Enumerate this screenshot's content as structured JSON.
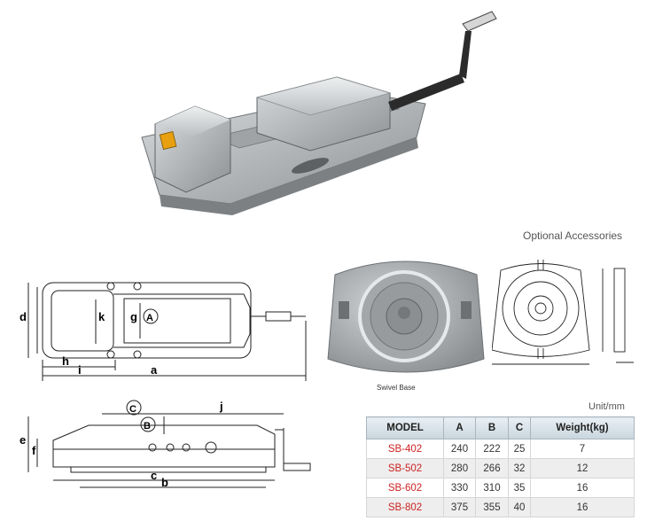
{
  "accessories": {
    "title": "Optional Accessories",
    "swivel_caption": "Swivel Base"
  },
  "drawing_labels": {
    "top": {
      "d": "d",
      "k": "k",
      "g": "g",
      "a_circle": "A",
      "h": "h",
      "i": "i",
      "a": "a"
    },
    "side": {
      "c_circle": "C",
      "b_circle": "B",
      "j": "j",
      "e": "e",
      "f": "f",
      "c": "c",
      "b": "b"
    }
  },
  "table": {
    "unit": "Unit/mm",
    "headers": [
      "MODEL",
      "A",
      "B",
      "C",
      "Weight(kg)"
    ],
    "rows": [
      {
        "model": "SB-402",
        "a": "240",
        "b": "222",
        "c": "25",
        "weight": "7"
      },
      {
        "model": "SB-502",
        "a": "280",
        "b": "266",
        "c": "32",
        "weight": "12"
      },
      {
        "model": "SB-602",
        "a": "330",
        "b": "310",
        "c": "35",
        "weight": "16"
      },
      {
        "model": "SB-802",
        "a": "375",
        "b": "355",
        "c": "40",
        "weight": "16"
      }
    ]
  },
  "colors": {
    "model_text": "#cc2222",
    "header_bg": "#d4dfe6",
    "casting_gray": "#a9acae"
  }
}
